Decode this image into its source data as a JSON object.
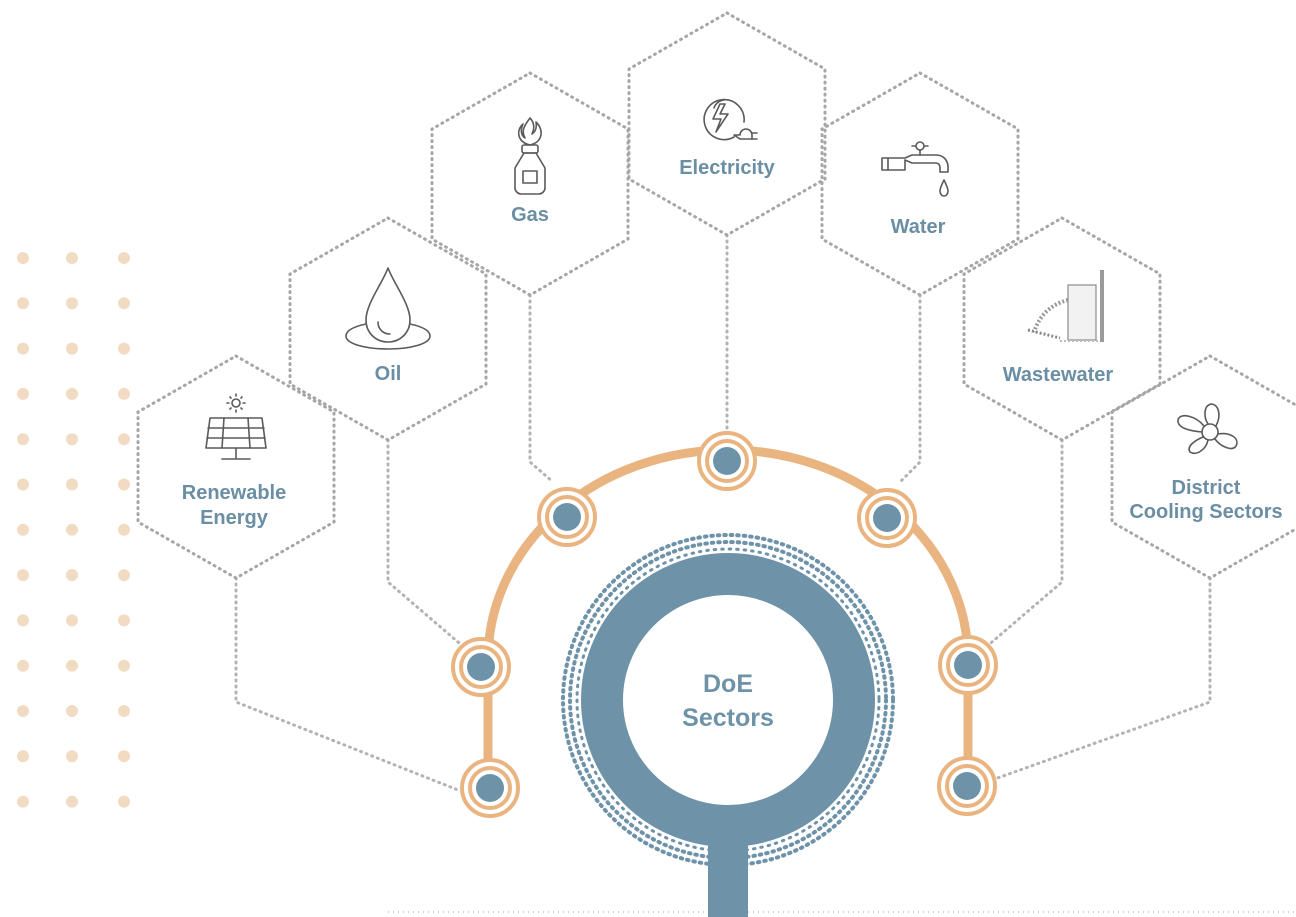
{
  "center": {
    "line1": "DoE",
    "line2": "Sectors"
  },
  "sectors": [
    {
      "id": "renewable",
      "line1": "Renewable",
      "line2": "Energy",
      "icon": "solar-panel-icon"
    },
    {
      "id": "oil",
      "line1": "Oil",
      "line2": "",
      "icon": "oil-drop-icon"
    },
    {
      "id": "gas",
      "line1": "Gas",
      "line2": "",
      "icon": "gas-cylinder-icon"
    },
    {
      "id": "electricity",
      "line1": "Electricity",
      "line2": "",
      "icon": "electricity-plug-icon"
    },
    {
      "id": "water",
      "line1": "Water",
      "line2": "",
      "icon": "water-tap-icon"
    },
    {
      "id": "wastewater",
      "line1": "Wastewater",
      "line2": "",
      "icon": "wastewater-pipe-icon"
    },
    {
      "id": "cooling",
      "line1": "District",
      "line2": "Cooling Sectors",
      "icon": "cooling-fan-icon"
    }
  ],
  "colors": {
    "accent": "#e9b47f",
    "primary": "#6e93a9",
    "dots": "#f2dbc3",
    "label": "#6a8ea3"
  }
}
